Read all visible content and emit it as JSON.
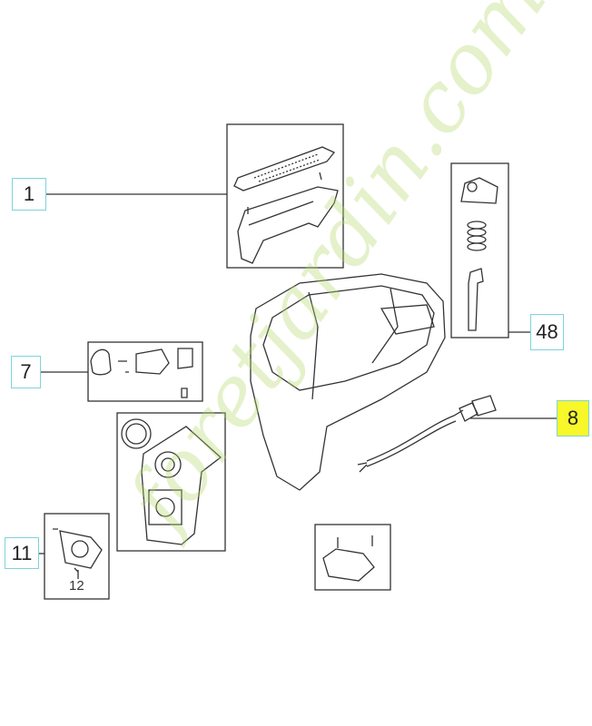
{
  "callouts": [
    {
      "id": "1",
      "highlighted": false
    },
    {
      "id": "7",
      "highlighted": false
    },
    {
      "id": "11",
      "highlighted": false
    },
    {
      "id": "48",
      "highlighted": false
    },
    {
      "id": "8",
      "highlighted": true
    }
  ],
  "sub_callout": "12",
  "watermark": "foretjardin.com",
  "colors": {
    "callout_border": "#7fd3dc",
    "highlight": "#f7f72a",
    "watermark_green": "#b5d96a",
    "watermark_orange": "#f5a340",
    "watermark_gray": "#b8ad9e"
  }
}
